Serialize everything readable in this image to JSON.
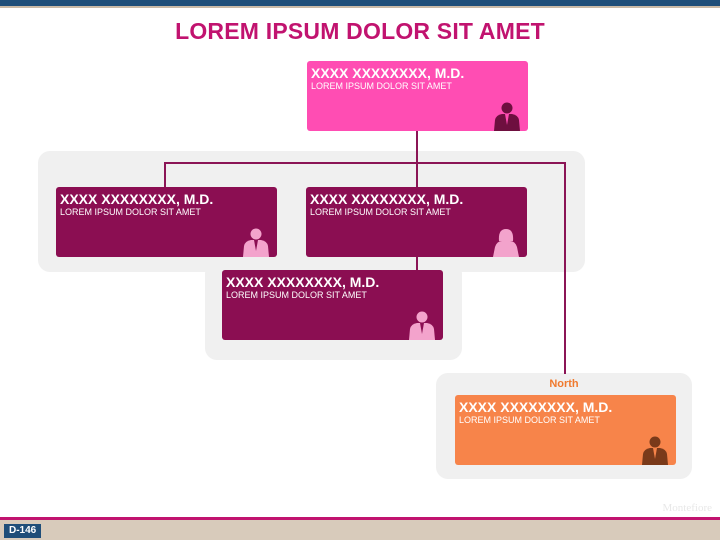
{
  "title": "LOREM IPSUM DOLOR SIT AMET",
  "colors": {
    "title": "#c1136f",
    "top_card": "#ff4db3",
    "dark_card": "#8b0e52",
    "orange_card": "#f7844a",
    "connector": "#8b1556",
    "north_label": "#f07a2e",
    "header_bar": "#1f4e79"
  },
  "nodes": {
    "top": {
      "name": "XXXX XXXXXXXX, M.D.",
      "role": "LOREM IPSUM DOLOR SIT AMET",
      "icon": "male-person-icon"
    },
    "left": {
      "name": "XXXX XXXXXXXX, M.D.",
      "role": "LOREM IPSUM DOLOR SIT AMET",
      "icon": "male-person-icon"
    },
    "right": {
      "name": "XXXX XXXXXXXX, M.D.",
      "role": "LOREM IPSUM DOLOR SIT AMET",
      "icon": "female-person-icon"
    },
    "middle": {
      "name": "XXXX XXXXXXXX, M.D.",
      "role": "LOREM IPSUM DOLOR SIT AMET",
      "icon": "male-person-icon"
    },
    "north": {
      "group_label": "North",
      "name": "XXXX XXXXXXXX, M.D.",
      "role": "LOREM IPSUM DOLOR SIT AMET",
      "icon": "male-person-icon"
    }
  },
  "footer": {
    "slide_id": "D-146",
    "watermark": "Montefiore"
  }
}
